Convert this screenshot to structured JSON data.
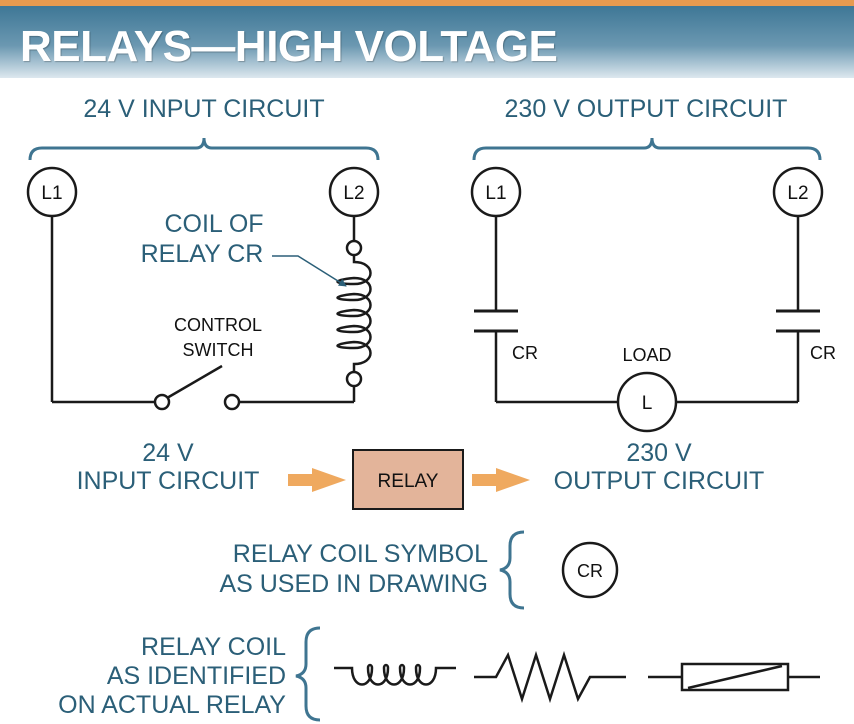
{
  "title": "RELAYS—HIGH VOLTAGE",
  "input_circuit": {
    "header": "24 V INPUT CIRCUIT",
    "l1": "L1",
    "l2": "L2",
    "coil_label_line1": "COIL OF",
    "coil_label_line2": "RELAY CR",
    "switch_label_line1": "CONTROL",
    "switch_label_line2": "SWITCH"
  },
  "output_circuit": {
    "header": "230 V OUTPUT CIRCUIT",
    "l1": "L1",
    "l2": "L2",
    "contact_left_label": "CR",
    "contact_right_label": "CR",
    "load_label": "LOAD",
    "load_symbol": "L"
  },
  "flow": {
    "input_line1": "24 V",
    "input_line2": "INPUT CIRCUIT",
    "relay_box": "RELAY",
    "output_line1": "230 V",
    "output_line2": "OUTPUT CIRCUIT"
  },
  "symbol_legend": {
    "line1": "RELAY COIL SYMBOL",
    "line2": "AS USED IN DRAWING",
    "symbol": "CR"
  },
  "actual_legend": {
    "line1": "RELAY COIL",
    "line2": "AS IDENTIFIED",
    "line3": "ON ACTUAL RELAY"
  },
  "colors": {
    "label_blue": "#2b5f78",
    "accent_orange": "#e79a4f",
    "relay_box_fill": "#e3b49a"
  }
}
